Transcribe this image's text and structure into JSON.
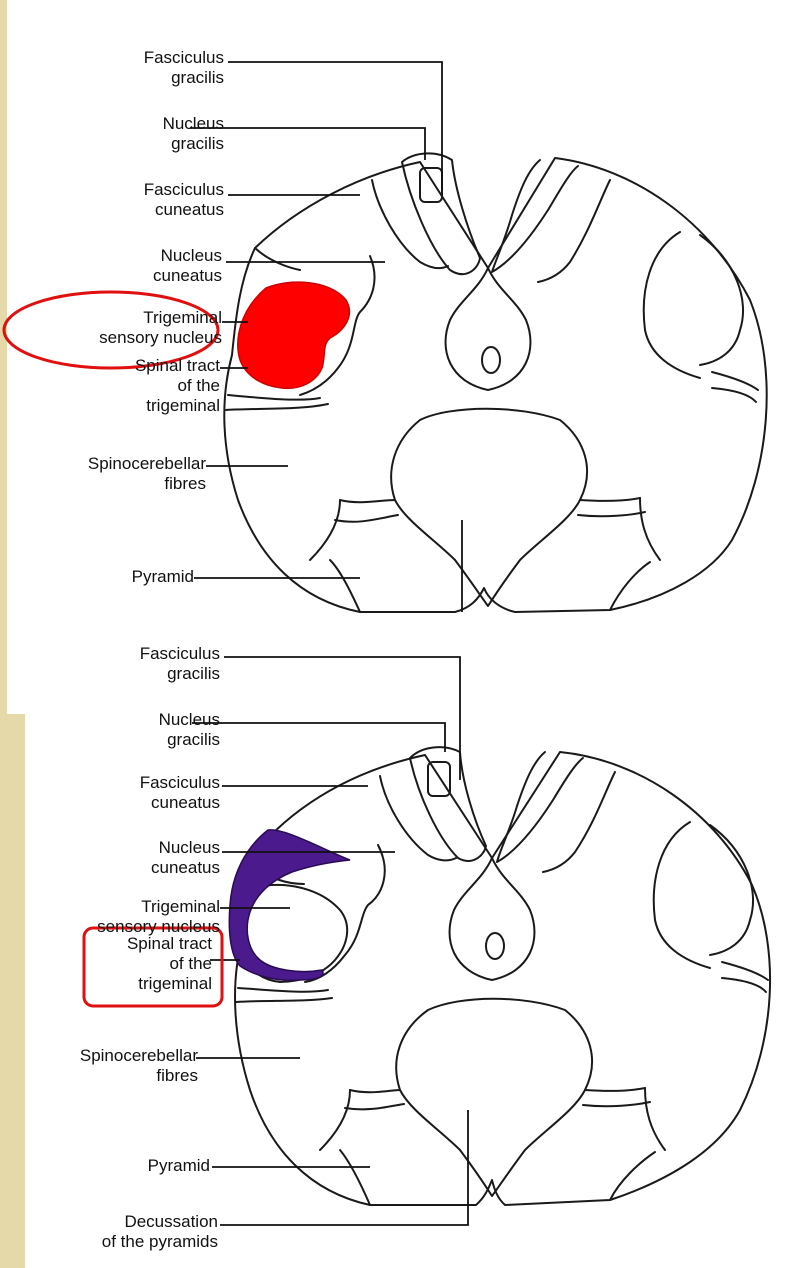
{
  "colors": {
    "background": "#e5d8a9",
    "highlight_top": "#ff0000",
    "highlight_bottom": "#4b1a8c",
    "marker": "#e01010"
  },
  "top": {
    "labels": {
      "fasciculus_gracilis": [
        "Fasciculus",
        "gracilis"
      ],
      "nucleus_gracilis": [
        "Nucleus",
        "gracilis"
      ],
      "fasciculus_cuneatus": [
        "Fasciculus",
        "cuneatus"
      ],
      "nucleus_cuneatus": [
        "Nucleus",
        "cuneatus"
      ],
      "trigeminal_sensory_nucleus": [
        "Trigeminal",
        "sensory nucleus"
      ],
      "spinal_tract": [
        "Spinal tract",
        "of the",
        "trigeminal"
      ],
      "spinocerebellar": [
        "Spinocerebellar",
        "fibres"
      ],
      "pyramid": [
        "Pyramid"
      ]
    },
    "highlighted": "Trigeminal sensory nucleus"
  },
  "bottom": {
    "labels": {
      "fasciculus_gracilis": [
        "Fasciculus",
        "gracilis"
      ],
      "nucleus_gracilis": [
        "Nucleus",
        "gracilis"
      ],
      "fasciculus_cuneatus": [
        "Fasciculus",
        "cuneatus"
      ],
      "nucleus_cuneatus": [
        "Nucleus",
        "cuneatus"
      ],
      "trigeminal_sensory_nucleus": [
        "Trigeminal",
        "sensory nucleus"
      ],
      "spinal_tract": [
        "Spinal tract",
        "of the",
        "trigeminal"
      ],
      "spinocerebellar": [
        "Spinocerebellar",
        "fibres"
      ],
      "pyramid": [
        "Pyramid"
      ],
      "decussation": [
        "Decussation",
        "of the pyramids"
      ]
    },
    "highlighted": "Spinal tract of the trigeminal"
  }
}
